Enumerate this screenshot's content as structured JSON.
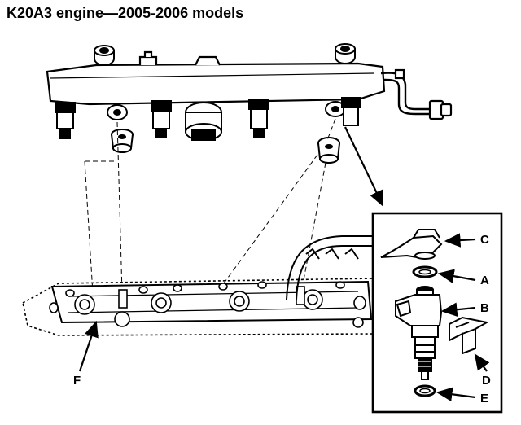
{
  "title": "K20A3 engine—2005-2006 models",
  "labels": {
    "A": "A",
    "B": "B",
    "C": "C",
    "D": "D",
    "E": "E",
    "F": "F"
  },
  "colors": {
    "ink": "#000000",
    "paper": "#ffffff"
  }
}
